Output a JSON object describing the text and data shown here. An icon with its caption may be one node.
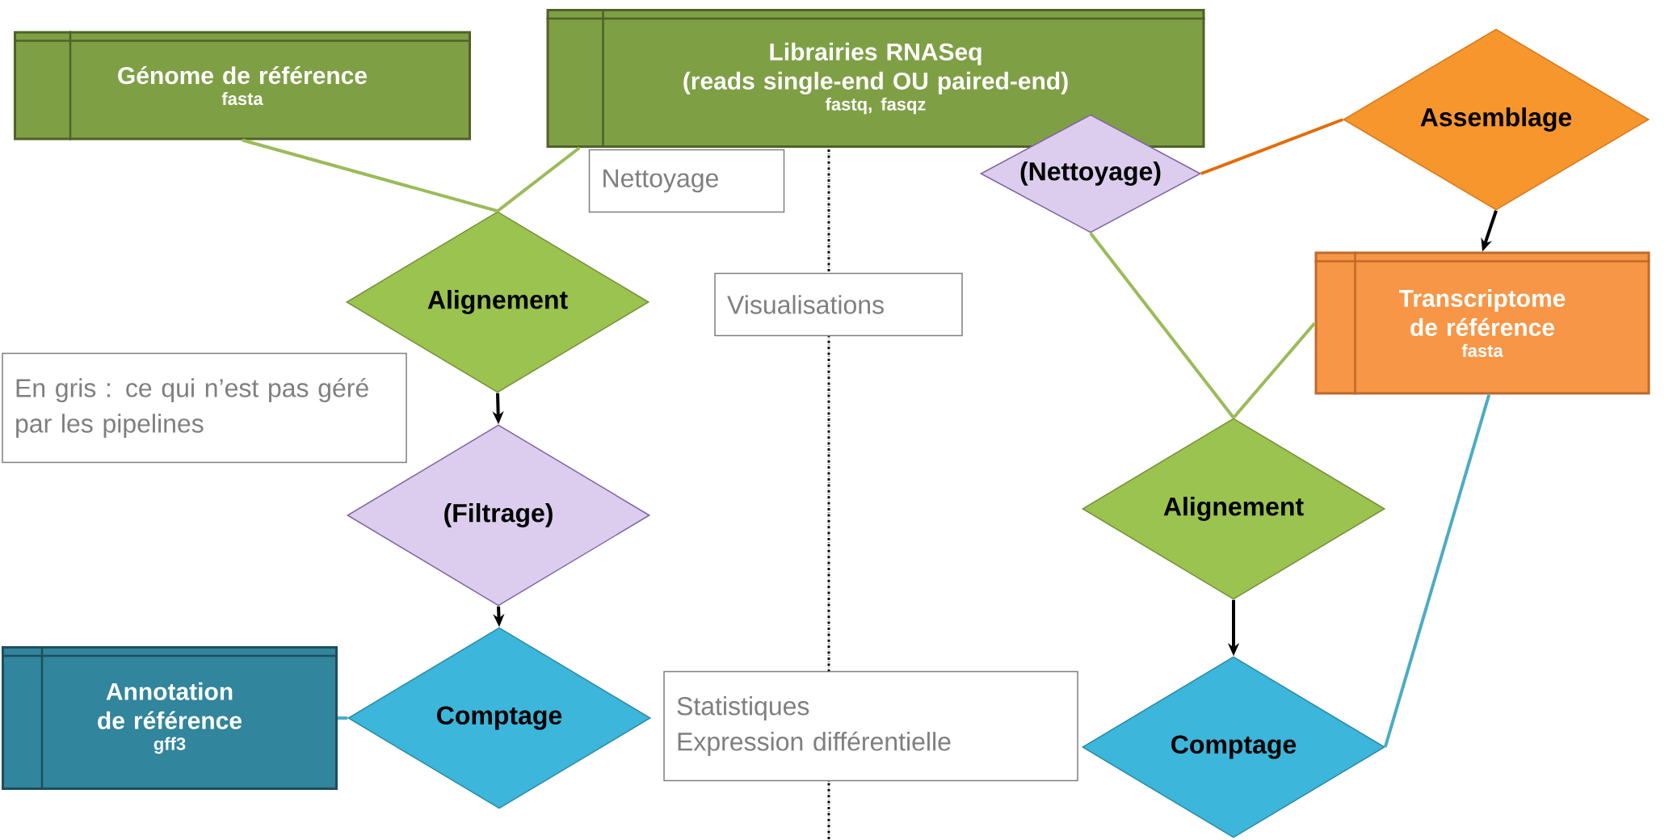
{
  "diagram": {
    "nodes": [
      {
        "text": [
          "Génome de référence",
          "fasta"
        ]
      },
      {
        "text": [
          "Librairies RNASeq",
          "(reads single-end OU paired-end)",
          "fastq, fasqz"
        ]
      },
      {
        "text": [
          "Nettoyage"
        ]
      },
      {
        "text": [
          "Alignement"
        ]
      },
      {
        "text": [
          "Visualisations"
        ]
      },
      {
        "text": [
          "En gris : ce qui n’est pas géré par les pipelines"
        ]
      },
      {
        "text": [
          "(Filtrage)"
        ]
      },
      {
        "text": [
          "Annotation de référence",
          "gff3"
        ]
      },
      {
        "text": [
          "Comptage"
        ]
      },
      {
        "text": [
          "Statistiques",
          "Expression différentielle"
        ]
      },
      {
        "text": [
          "(Nettoyage)"
        ]
      },
      {
        "text": [
          "Assemblage"
        ]
      },
      {
        "text": [
          "Transcriptome de référence",
          "fasta"
        ]
      },
      {
        "text": [
          "Alignement"
        ]
      },
      {
        "text": [
          "Comptage"
        ]
      }
    ],
    "edges": [
      {
        "from": 0,
        "to": 3,
        "arrow": "none"
      },
      {
        "from": 1,
        "to": 3,
        "arrow": "none"
      },
      {
        "from": 3,
        "to": 6,
        "arrow": "to",
        "color": "#000000"
      },
      {
        "from": 6,
        "to": 8,
        "arrow": "to",
        "color": "#000000"
      },
      {
        "from": 7,
        "to": 8,
        "arrow": "none",
        "color": "#4bacc6"
      },
      {
        "from": 10,
        "to": 11,
        "arrow": "none",
        "color": "#e36c09"
      },
      {
        "from": 11,
        "to": 12,
        "arrow": "to",
        "color": "#000000"
      },
      {
        "from": 10,
        "to": 13,
        "arrow": "none"
      },
      {
        "from": 12,
        "to": 13,
        "arrow": "none"
      },
      {
        "from": 13,
        "to": 14,
        "arrow": "to",
        "color": "#000000"
      },
      {
        "from": 12,
        "to": 14,
        "arrow": "none",
        "color": "#4bacc6"
      }
    ]
  }
}
